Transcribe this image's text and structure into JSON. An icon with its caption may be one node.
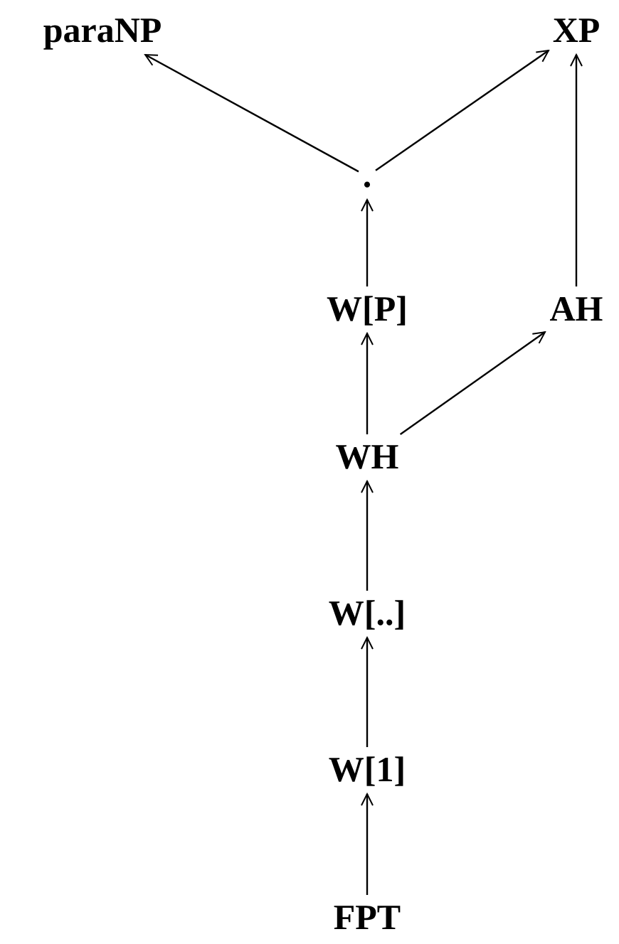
{
  "diagram": {
    "nodes": [
      {
        "text": [
          "paraNP"
        ]
      },
      {
        "text": [
          "XP"
        ]
      },
      {
        "text": [
          "."
        ]
      },
      {
        "text": [
          "W[P]"
        ]
      },
      {
        "text": [
          "AH"
        ]
      },
      {
        "text": [
          "WH"
        ]
      },
      {
        "text": [
          "W[..]"
        ]
      },
      {
        "text": [
          "W[1]"
        ]
      },
      {
        "text": [
          "FPT"
        ]
      }
    ],
    "edges": [
      {
        "from": 2,
        "to": 0,
        "arrow": "to"
      },
      {
        "from": 2,
        "to": 1,
        "arrow": "to"
      },
      {
        "from": 3,
        "to": 2,
        "arrow": "to"
      },
      {
        "from": 4,
        "to": 1,
        "arrow": "to"
      },
      {
        "from": 5,
        "to": 3,
        "arrow": "to"
      },
      {
        "from": 5,
        "to": 4,
        "arrow": "to"
      },
      {
        "from": 6,
        "to": 5,
        "arrow": "to"
      },
      {
        "from": 7,
        "to": 6,
        "arrow": "to"
      },
      {
        "from": 8,
        "to": 7,
        "arrow": "to"
      }
    ]
  }
}
